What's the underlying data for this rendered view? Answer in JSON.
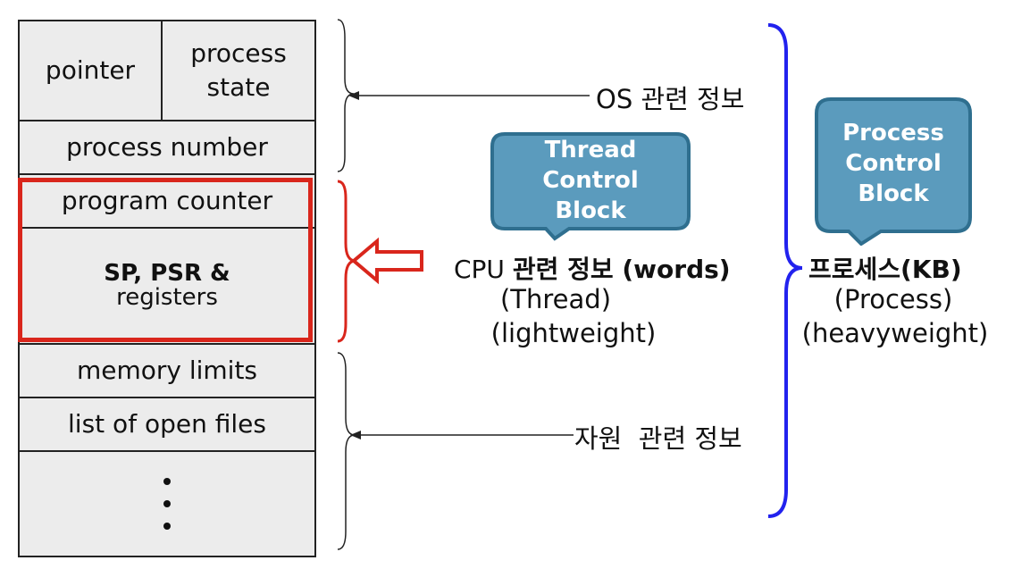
{
  "pcb": {
    "pointer": "pointer",
    "process_state_line1": "process",
    "process_state_line2": "state",
    "process_number": "process number",
    "program_counter": "program counter",
    "registers_line1": "SP, PSR &",
    "registers_line2": "registers",
    "memory_limits": "memory limits",
    "open_files": "list of open files"
  },
  "annotations": {
    "os_info": "OS 관련 정보",
    "cpu_info_prefix": "CPU ",
    "cpu_info_bold": "관련 정보 (words)",
    "thread": "(Thread)",
    "lightweight": "(lightweight)",
    "resource_info": "자원  관련 정보",
    "process_kb": "프로세스(KB)",
    "process": "(Process)",
    "heavyweight": "(heavyweight)"
  },
  "callouts": {
    "thread_line1": "Thread",
    "thread_line2": "Control",
    "thread_line3": "Block",
    "process_line1": "Process",
    "process_line2": "Control",
    "process_line3": "Block"
  },
  "colors": {
    "callout_fill": "#5b9bbd",
    "callout_border": "#2f6f8f",
    "highlight": "#d9261c",
    "big_brace": "#2222ee"
  }
}
